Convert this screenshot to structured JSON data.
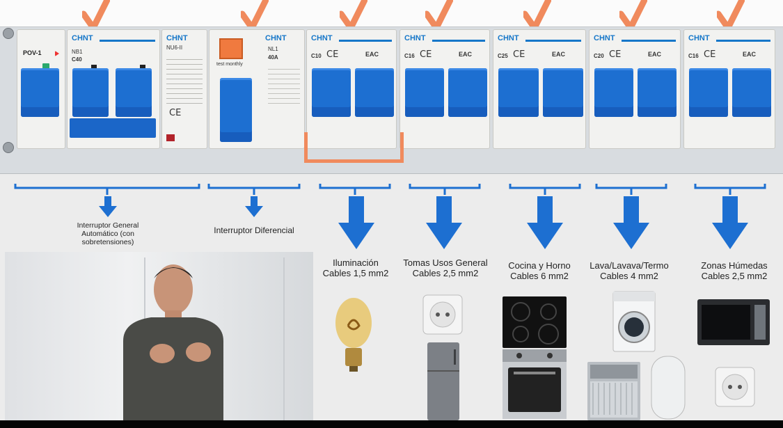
{
  "panel": {
    "brand": "CHNT",
    "modules": [
      {
        "id": "pov",
        "label": "POV-1"
      },
      {
        "id": "nb1",
        "model": "NB1",
        "rating": "C40"
      },
      {
        "id": "nu6",
        "model": "NU6-II"
      },
      {
        "id": "nl1",
        "model": "NL1",
        "rating": "40A",
        "test": "test monthly"
      },
      {
        "id": "b1",
        "rating": "C10"
      },
      {
        "id": "b2",
        "rating": "C16"
      },
      {
        "id": "b3",
        "rating": "C25"
      },
      {
        "id": "b4",
        "rating": "C20"
      },
      {
        "id": "b5",
        "rating": "C16"
      }
    ],
    "cert_ce": "CE",
    "cert_eac": "EAC"
  },
  "sections": {
    "general": "Interruptor General Automático (con sobretensiones)",
    "diferencial": "Interruptor Diferencial"
  },
  "circuits": [
    {
      "line1": "Iluminación",
      "line2": "Cables 1,5 mm2",
      "icon": "lightbulb-icon"
    },
    {
      "line1": "Tomas Usos General",
      "line2": "Cables 2,5 mm2",
      "icon": "outlet-fridge-icon"
    },
    {
      "line1": "Cocina y Horno",
      "line2": "Cables 6 mm2",
      "icon": "cooktop-oven-icon"
    },
    {
      "line1": "Lava/Lavava/Termo",
      "line2": "Cables 4 mm2",
      "icon": "washer-dishwasher-heater-icon"
    },
    {
      "line1": "Zonas Húmedas",
      "line2": "Cables 2,5 mm2",
      "icon": "microwave-outlet-icon"
    }
  ],
  "colors": {
    "accent_blue": "#1d6fd1",
    "check_orange": "#f08a5d"
  }
}
